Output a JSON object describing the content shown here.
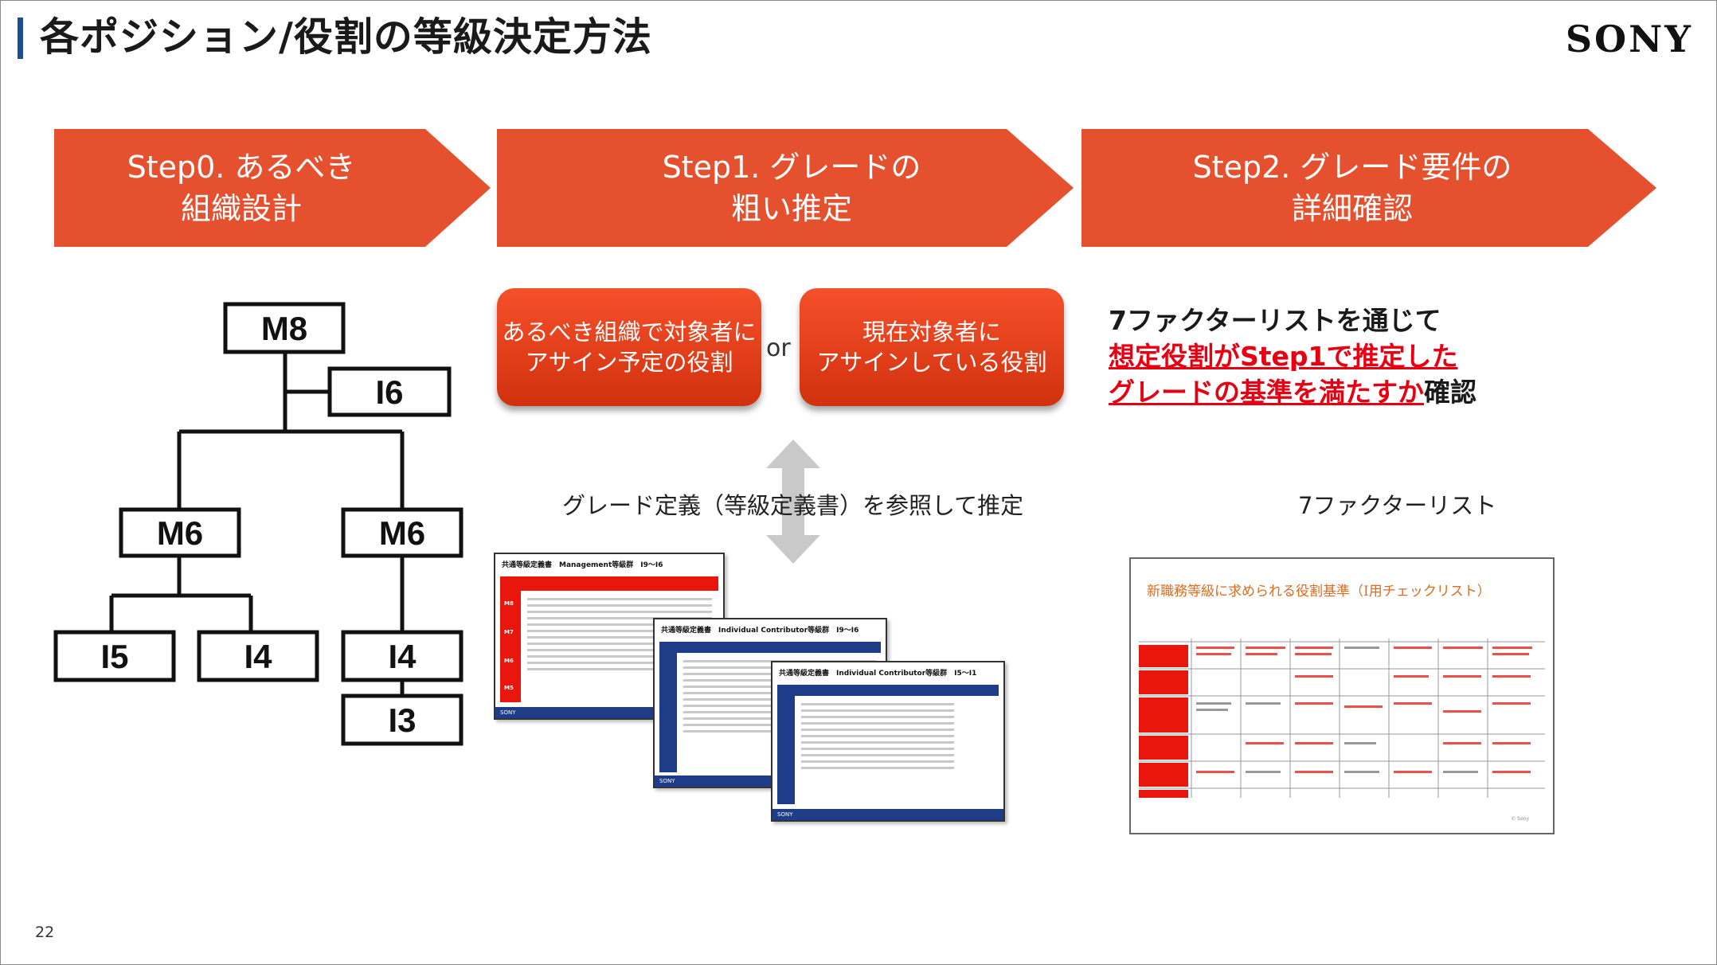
{
  "header": {
    "title": "各ポジション/役割の等級決定方法",
    "logo_text": "SONY"
  },
  "steps": [
    {
      "label": "Step0. あるべき\n組織設計"
    },
    {
      "label": "Step1. グレードの\n粗い推定"
    },
    {
      "label": "Step2. グレード要件の\n詳細確認"
    }
  ],
  "org_chart": {
    "top": "M8",
    "side": "I6",
    "mid_left": "M6",
    "mid_right": "M6",
    "leaf1": "I5",
    "leaf2": "I4",
    "leaf3": "I4",
    "leaf4": "I3"
  },
  "step1": {
    "option_a": "あるべき組織で対象者に\nアサイン予定の役割",
    "or_text": "or",
    "option_b": "現在対象者に\nアサインしている役割",
    "caption": "グレード定義（等級定義書）を参照して推定"
  },
  "step2": {
    "line1": "7ファクターリストを通じて",
    "line2_red": "想定役割がStep1で推定した",
    "line3_red": "グレードの基準を満たすか",
    "line3_suffix": "確認",
    "caption": "7ファクターリスト"
  },
  "thumbnails": {
    "doc1_title": "共通等級定義書　Management等級群　I9～I6",
    "doc2_title": "共通等級定義書　Individual Contributor等級群　I9～I6",
    "doc3_title": "共通等級定義書　Individual Contributor等級群　I5～I1",
    "footer_logo": "SONY",
    "doc1_rows": [
      "M8",
      "M7",
      "M6",
      "M5"
    ],
    "checklist_title": "新職務等級に求められる役割基準（I用チェックリスト）"
  },
  "colors": {
    "step_arrow": "#e5512f",
    "red_box": "#e8401c",
    "accent_red": "#e60012",
    "title_bar": "#1f4e8c"
  },
  "page_number": "22"
}
